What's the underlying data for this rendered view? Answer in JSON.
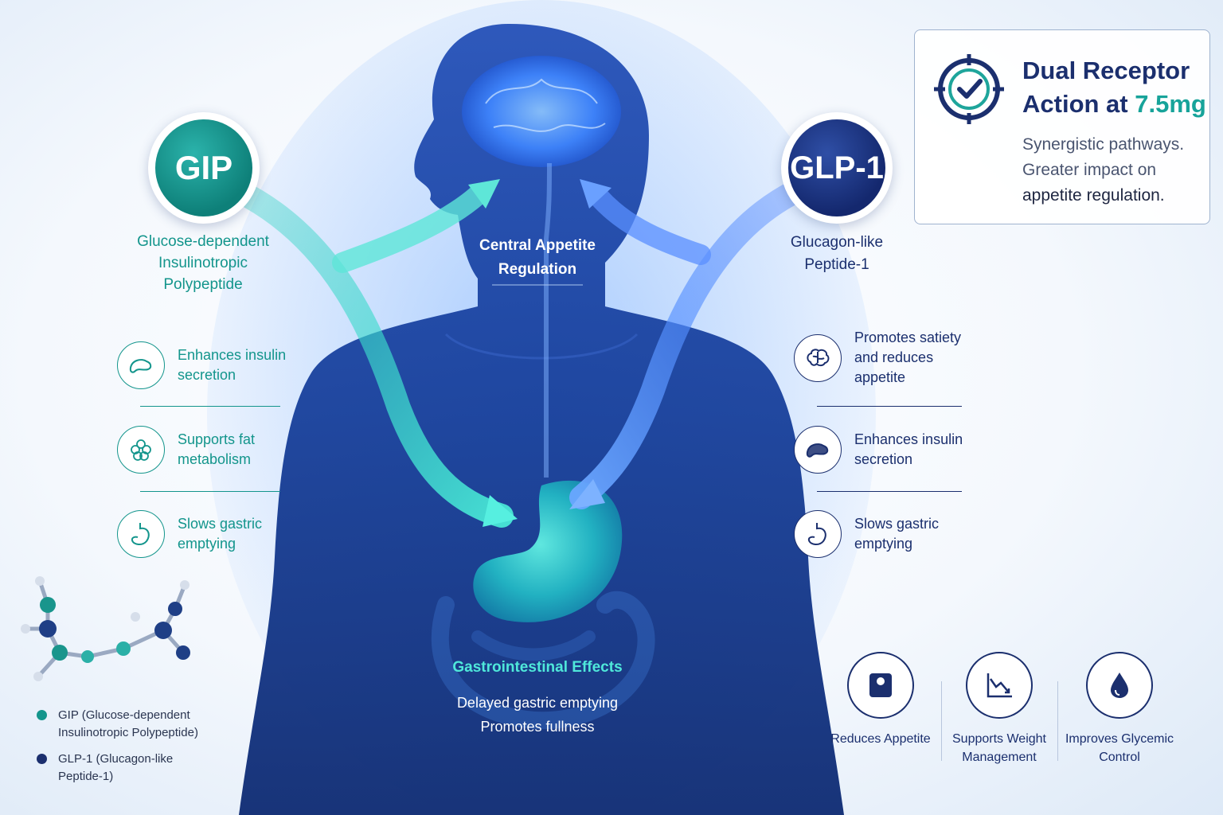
{
  "center": {
    "label": "Central Appetite Regulation",
    "gi_title": "Gastrointestinal Effects",
    "gi_lines": [
      "Delayed gastric emptying",
      "Promotes fullness"
    ]
  },
  "gip": {
    "badge": "GIP",
    "subtitle_lines": [
      "Glucose-dependent",
      "Insulinotropic",
      "Polypeptide"
    ],
    "color": "#13958c",
    "benefits": [
      {
        "icon": "pancreas-icon",
        "lines": [
          "Enhances insulin",
          "secretion"
        ]
      },
      {
        "icon": "fat-cells-icon",
        "lines": [
          "Supports fat",
          "metabolism"
        ]
      },
      {
        "icon": "stomach-icon",
        "lines": [
          "Slows gastric",
          "emptying"
        ]
      }
    ]
  },
  "glp1": {
    "badge": "GLP-1",
    "subtitle_lines": [
      "Glucagon-like",
      "Peptide-1"
    ],
    "color": "#1b2f6e",
    "benefits": [
      {
        "icon": "brain-icon",
        "lines": [
          "Promotes satiety",
          "and reduces",
          "appetite"
        ]
      },
      {
        "icon": "pancreas-icon",
        "lines": [
          "Enhances insulin",
          "secretion"
        ]
      },
      {
        "icon": "stomach-icon",
        "lines": [
          "Slows gastric",
          "emptying"
        ]
      }
    ]
  },
  "callout": {
    "icon": "target-check-icon",
    "title_line1": "Dual Receptor",
    "title_line2_prefix": "Action at ",
    "title_highlight": "7.5mg",
    "body_line1": "Synergistic pathways.",
    "body_line2": "Greater impact on",
    "body_line3": "appetite regulation."
  },
  "outcomes": [
    {
      "icon": "scale-icon",
      "lines": [
        "Reduces Appetite"
      ]
    },
    {
      "icon": "downtrend-chart-icon",
      "lines": [
        "Supports Weight",
        "Management"
      ]
    },
    {
      "icon": "blood-drop-icon",
      "lines": [
        "Improves Glycemic",
        "Control"
      ]
    }
  ],
  "legend": [
    {
      "color": "#13958c",
      "lines": [
        "GIP (Glucose-dependent",
        "Insulinotropic Polypeptide)"
      ]
    },
    {
      "color": "#1b2f6e",
      "lines": [
        "GLP-1 (Glucagon-like",
        "Peptide-1)"
      ]
    }
  ]
}
